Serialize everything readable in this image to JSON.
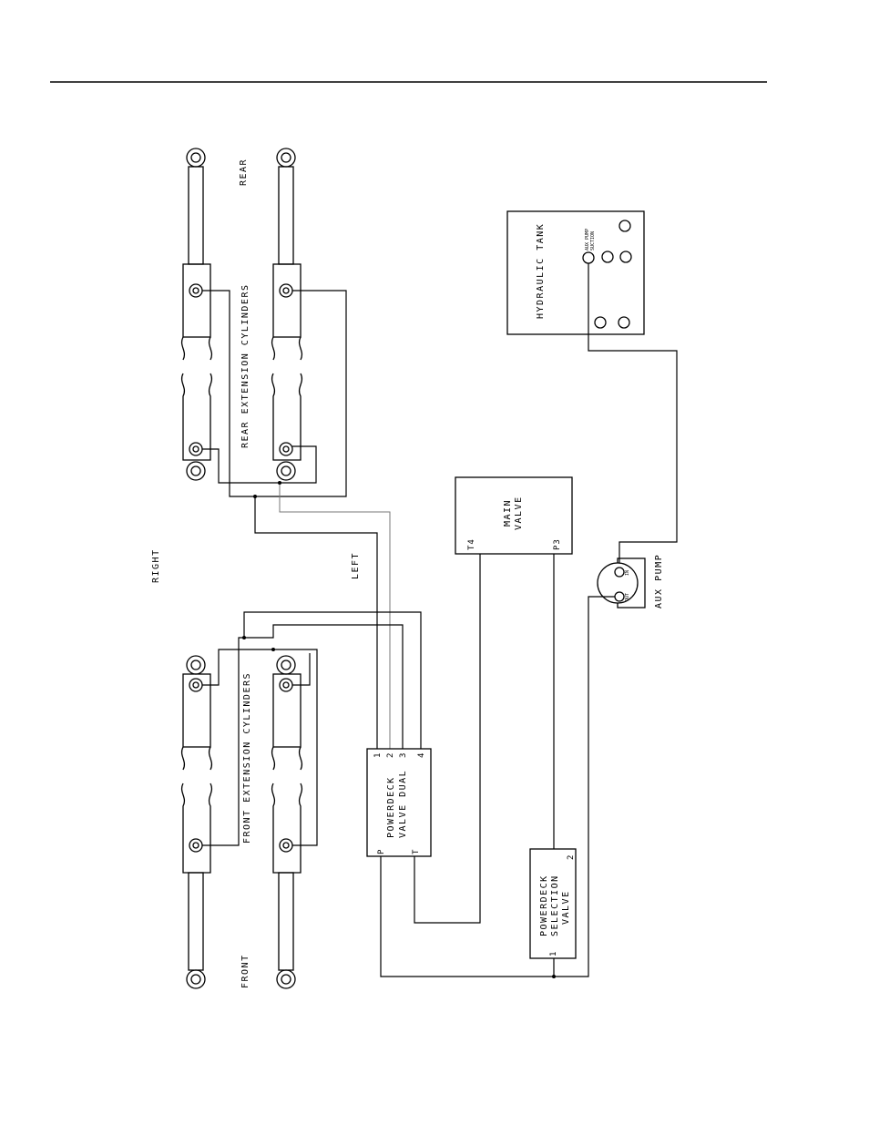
{
  "labels": {
    "right": "RIGHT",
    "left": "LEFT",
    "rear": "REAR",
    "front": "FRONT",
    "rear_cylinders": "REAR EXTENSION CYLINDERS",
    "front_cylinders": "FRONT EXTENSION CYLINDERS"
  },
  "hydraulic_tank": {
    "title": "HYDRAULIC TANK",
    "port_label_1": "AUX PUMP",
    "port_label_2": "SUCTION"
  },
  "main_valve": {
    "line1": "MAIN",
    "line2": "VALVE",
    "port_t": "T4",
    "port_p": "P3"
  },
  "aux_pump": {
    "title": "AUX PUMP",
    "port_in": "IN",
    "port_out": "OUT"
  },
  "powerdeck_dual": {
    "line1": "POWERDECK",
    "line2": "VALVE DUAL",
    "port_p": "P",
    "port_t": "T",
    "port_1": "1",
    "port_2": "2",
    "port_3": "3",
    "port_4": "4"
  },
  "selection_valve": {
    "line1": "POWERDECK",
    "line2": "SELECTION",
    "line3": "VALVE",
    "port_1": "1",
    "port_2": "2"
  }
}
